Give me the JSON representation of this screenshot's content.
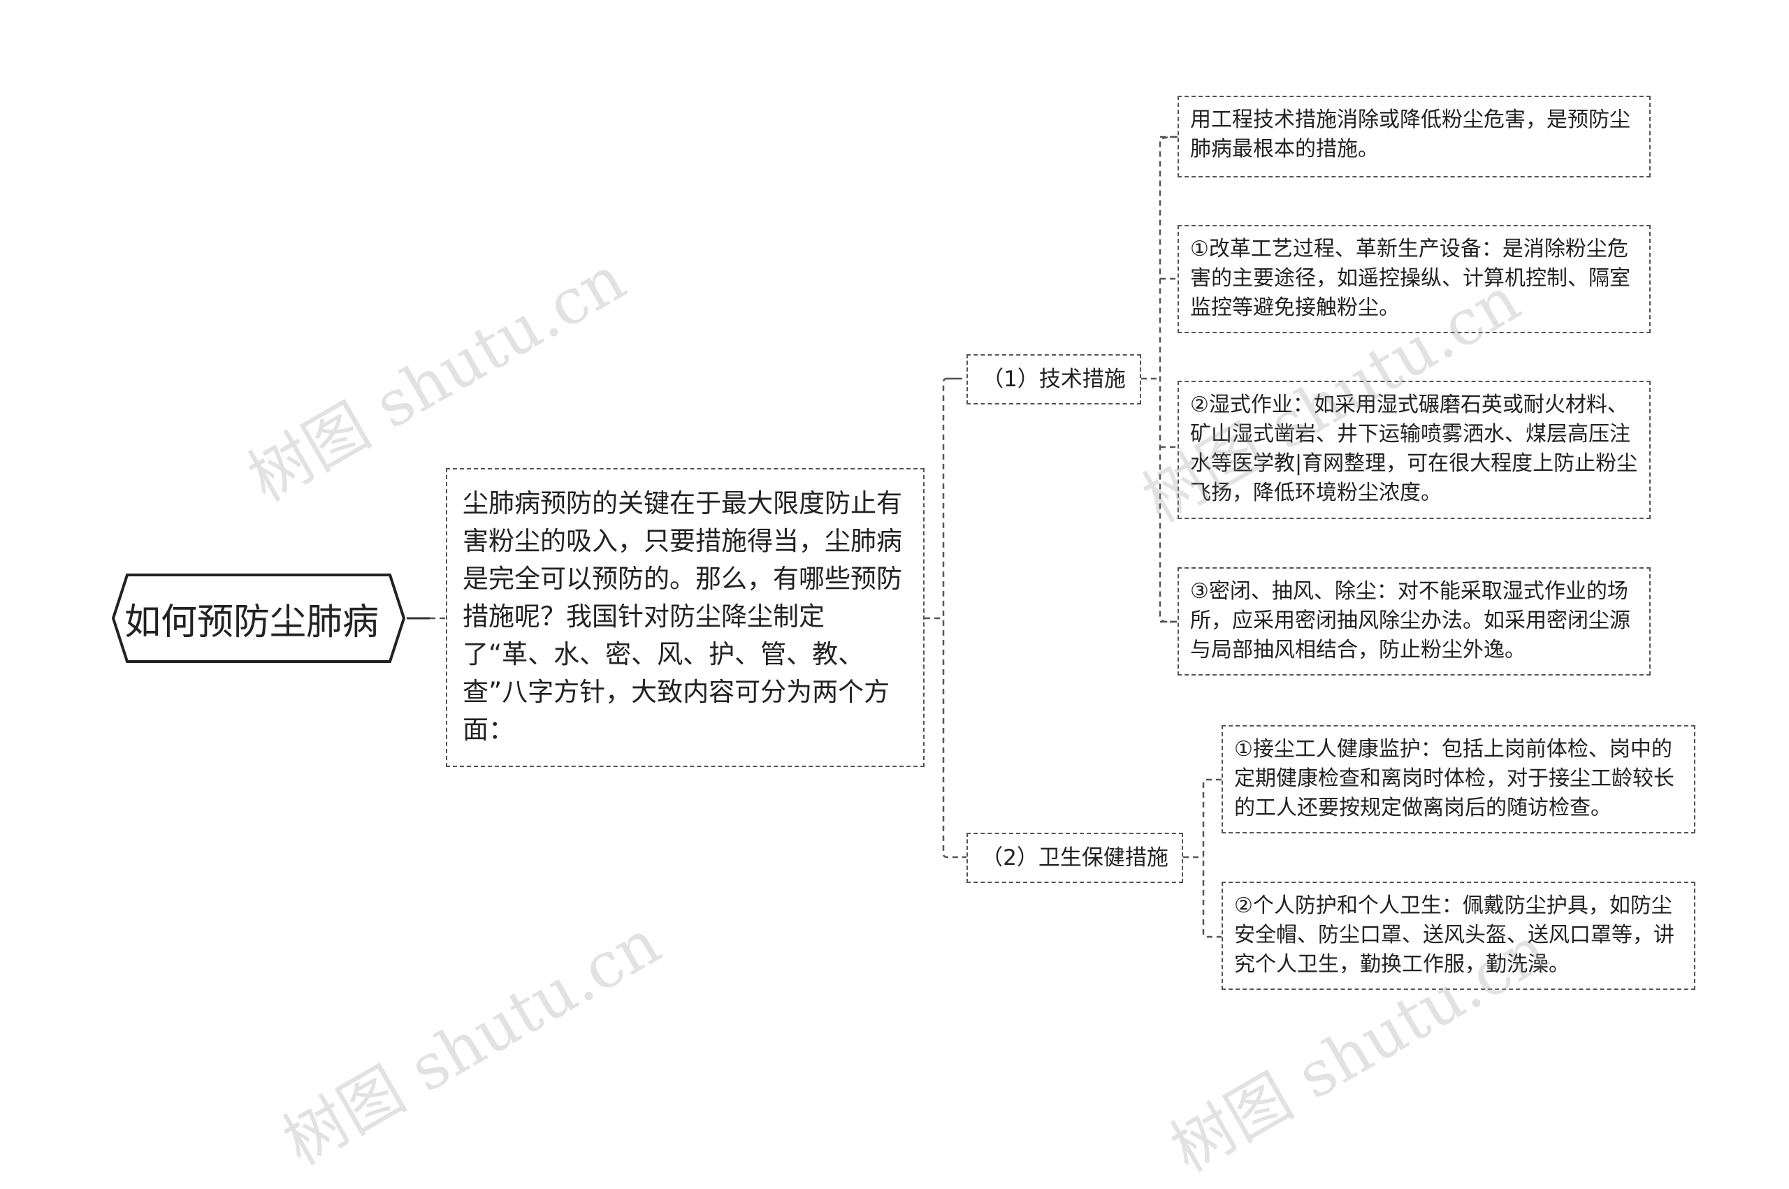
{
  "root": {
    "label": "如何预防尘肺病"
  },
  "intro": {
    "text": "尘肺病预防的关键在于最大限度防止有害粉尘的吸入，只要措施得当，尘肺病是完全可以预防的。那么，有哪些预防措施呢？我国针对防尘降尘制定了“革、水、密、风、护、管、教、查”八字方针，大致内容可分为两个方面："
  },
  "branches": [
    {
      "label": "（1）技术措施",
      "leaves": [
        "用工程技术措施消除或降低粉尘危害，是预防尘肺病最根本的措施。",
        "①改革工艺过程、革新生产设备：是消除粉尘危害的主要途径，如遥控操纵、计算机控制、隔室监控等避免接触粉尘。",
        "②湿式作业：如采用湿式碾磨石英或耐火材料、矿山湿式凿岩、井下运输喷雾洒水、煤层高压注水等医学教|育网整理，可在很大程度上防止粉尘飞扬，降低环境粉尘浓度。",
        "③密闭、抽风、除尘：对不能采取湿式作业的场所，应采用密闭抽风除尘办法。如采用密闭尘源与局部抽风相结合，防止粉尘外逸。"
      ]
    },
    {
      "label": "（2）卫生保健措施",
      "leaves": [
        "①接尘工人健康监护：包括上岗前体检、岗中的定期健康检查和离岗时体检，对于接尘工龄较长的工人还要按规定做离岗后的随访检查。",
        "②个人防护和个人卫生：佩戴防尘护具，如防尘安全帽、防尘口罩、送风头盔、送风口罩等，讲究个人卫生，勤换工作服，勤洗澡。"
      ]
    }
  ],
  "watermarks": [
    "树图 shutu.cn",
    "树图 shutu.cn",
    "树图 shutu.cn",
    "树图 shutu.cn"
  ]
}
